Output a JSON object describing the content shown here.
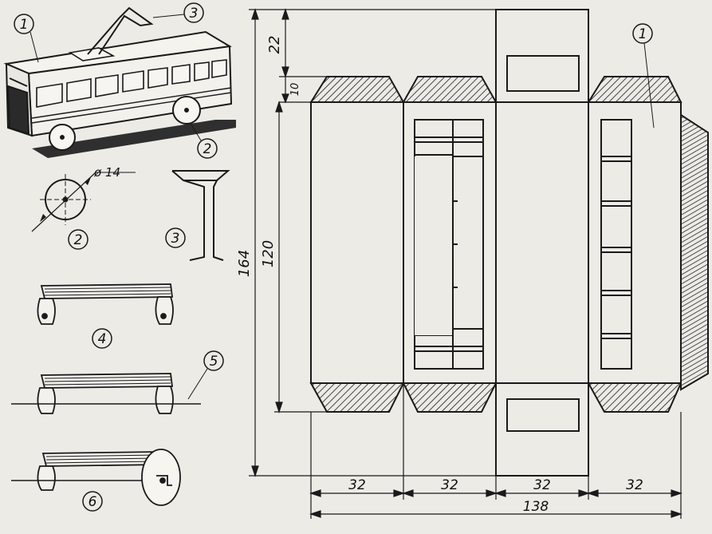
{
  "callouts": {
    "body": "1",
    "wheel": "2",
    "trolley_pole": "3",
    "axle_frame": "4",
    "axle_with_rod": "5",
    "axle_with_wheel": "6",
    "net_body": "1"
  },
  "dimensions": {
    "wheel_diameter": "ø 14",
    "total_height": "164",
    "side_height": "120",
    "roof_flap": "22",
    "glue_flap": "10",
    "panel_width": "32",
    "total_width": "138"
  },
  "colors": {
    "ink": "#1a1a1a",
    "paper": "#ecebe6",
    "shade": "#3a3a3a"
  }
}
